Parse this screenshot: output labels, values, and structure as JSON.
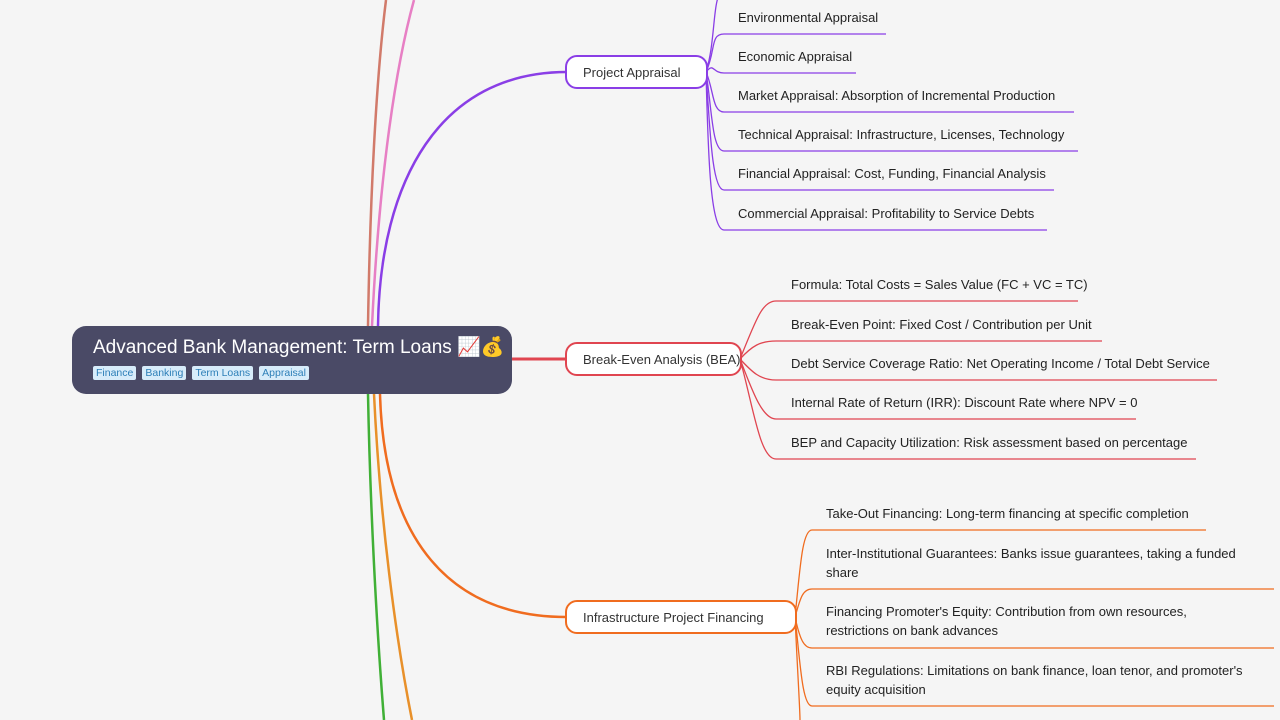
{
  "root": {
    "title": "Advanced Bank Management: Term Loans 📈💰",
    "tags": [
      "Finance",
      "Banking",
      "Term Loans",
      "Appraisal"
    ]
  },
  "colors": {
    "root_bg": "#4a4a66",
    "project": "#8a3ee6",
    "bea": "#e04550",
    "infra": "#f06c1f",
    "trunk_green": "#40b036",
    "trunk_orange": "#e8902a",
    "trunk_pink": "#e77fc4",
    "trunk_rose": "#d17a6a"
  },
  "branches": {
    "project": {
      "label": "Project Appraisal",
      "items": [
        "Environmental Appraisal",
        "Economic Appraisal",
        "Market Appraisal: Absorption of Incremental Production",
        "Technical Appraisal: Infrastructure, Licenses, Technology",
        "Financial Appraisal: Cost, Funding, Financial Analysis",
        "Commercial Appraisal: Profitability to Service Debts"
      ]
    },
    "bea": {
      "label": "Break-Even Analysis (BEA)",
      "items": [
        "Formula: Total Costs = Sales Value (FC + VC = TC)",
        "Break-Even Point: Fixed Cost / Contribution per Unit",
        "Debt Service Coverage Ratio: Net Operating Income / Total Debt Service",
        "Internal Rate of Return (IRR): Discount Rate where NPV = 0",
        "BEP and Capacity Utilization:  Risk assessment based on percentage"
      ]
    },
    "infra": {
      "label": "Infrastructure Project Financing",
      "items": [
        "Take-Out Financing: Long-term financing at specific completion",
        "Inter-Institutional Guarantees: Banks issue guarantees, taking a funded share",
        "Financing Promoter's Equity:  Contribution from own resources, restrictions on bank advances",
        "RBI Regulations:  Limitations on bank finance, loan tenor, and promoter's equity acquisition"
      ]
    }
  }
}
